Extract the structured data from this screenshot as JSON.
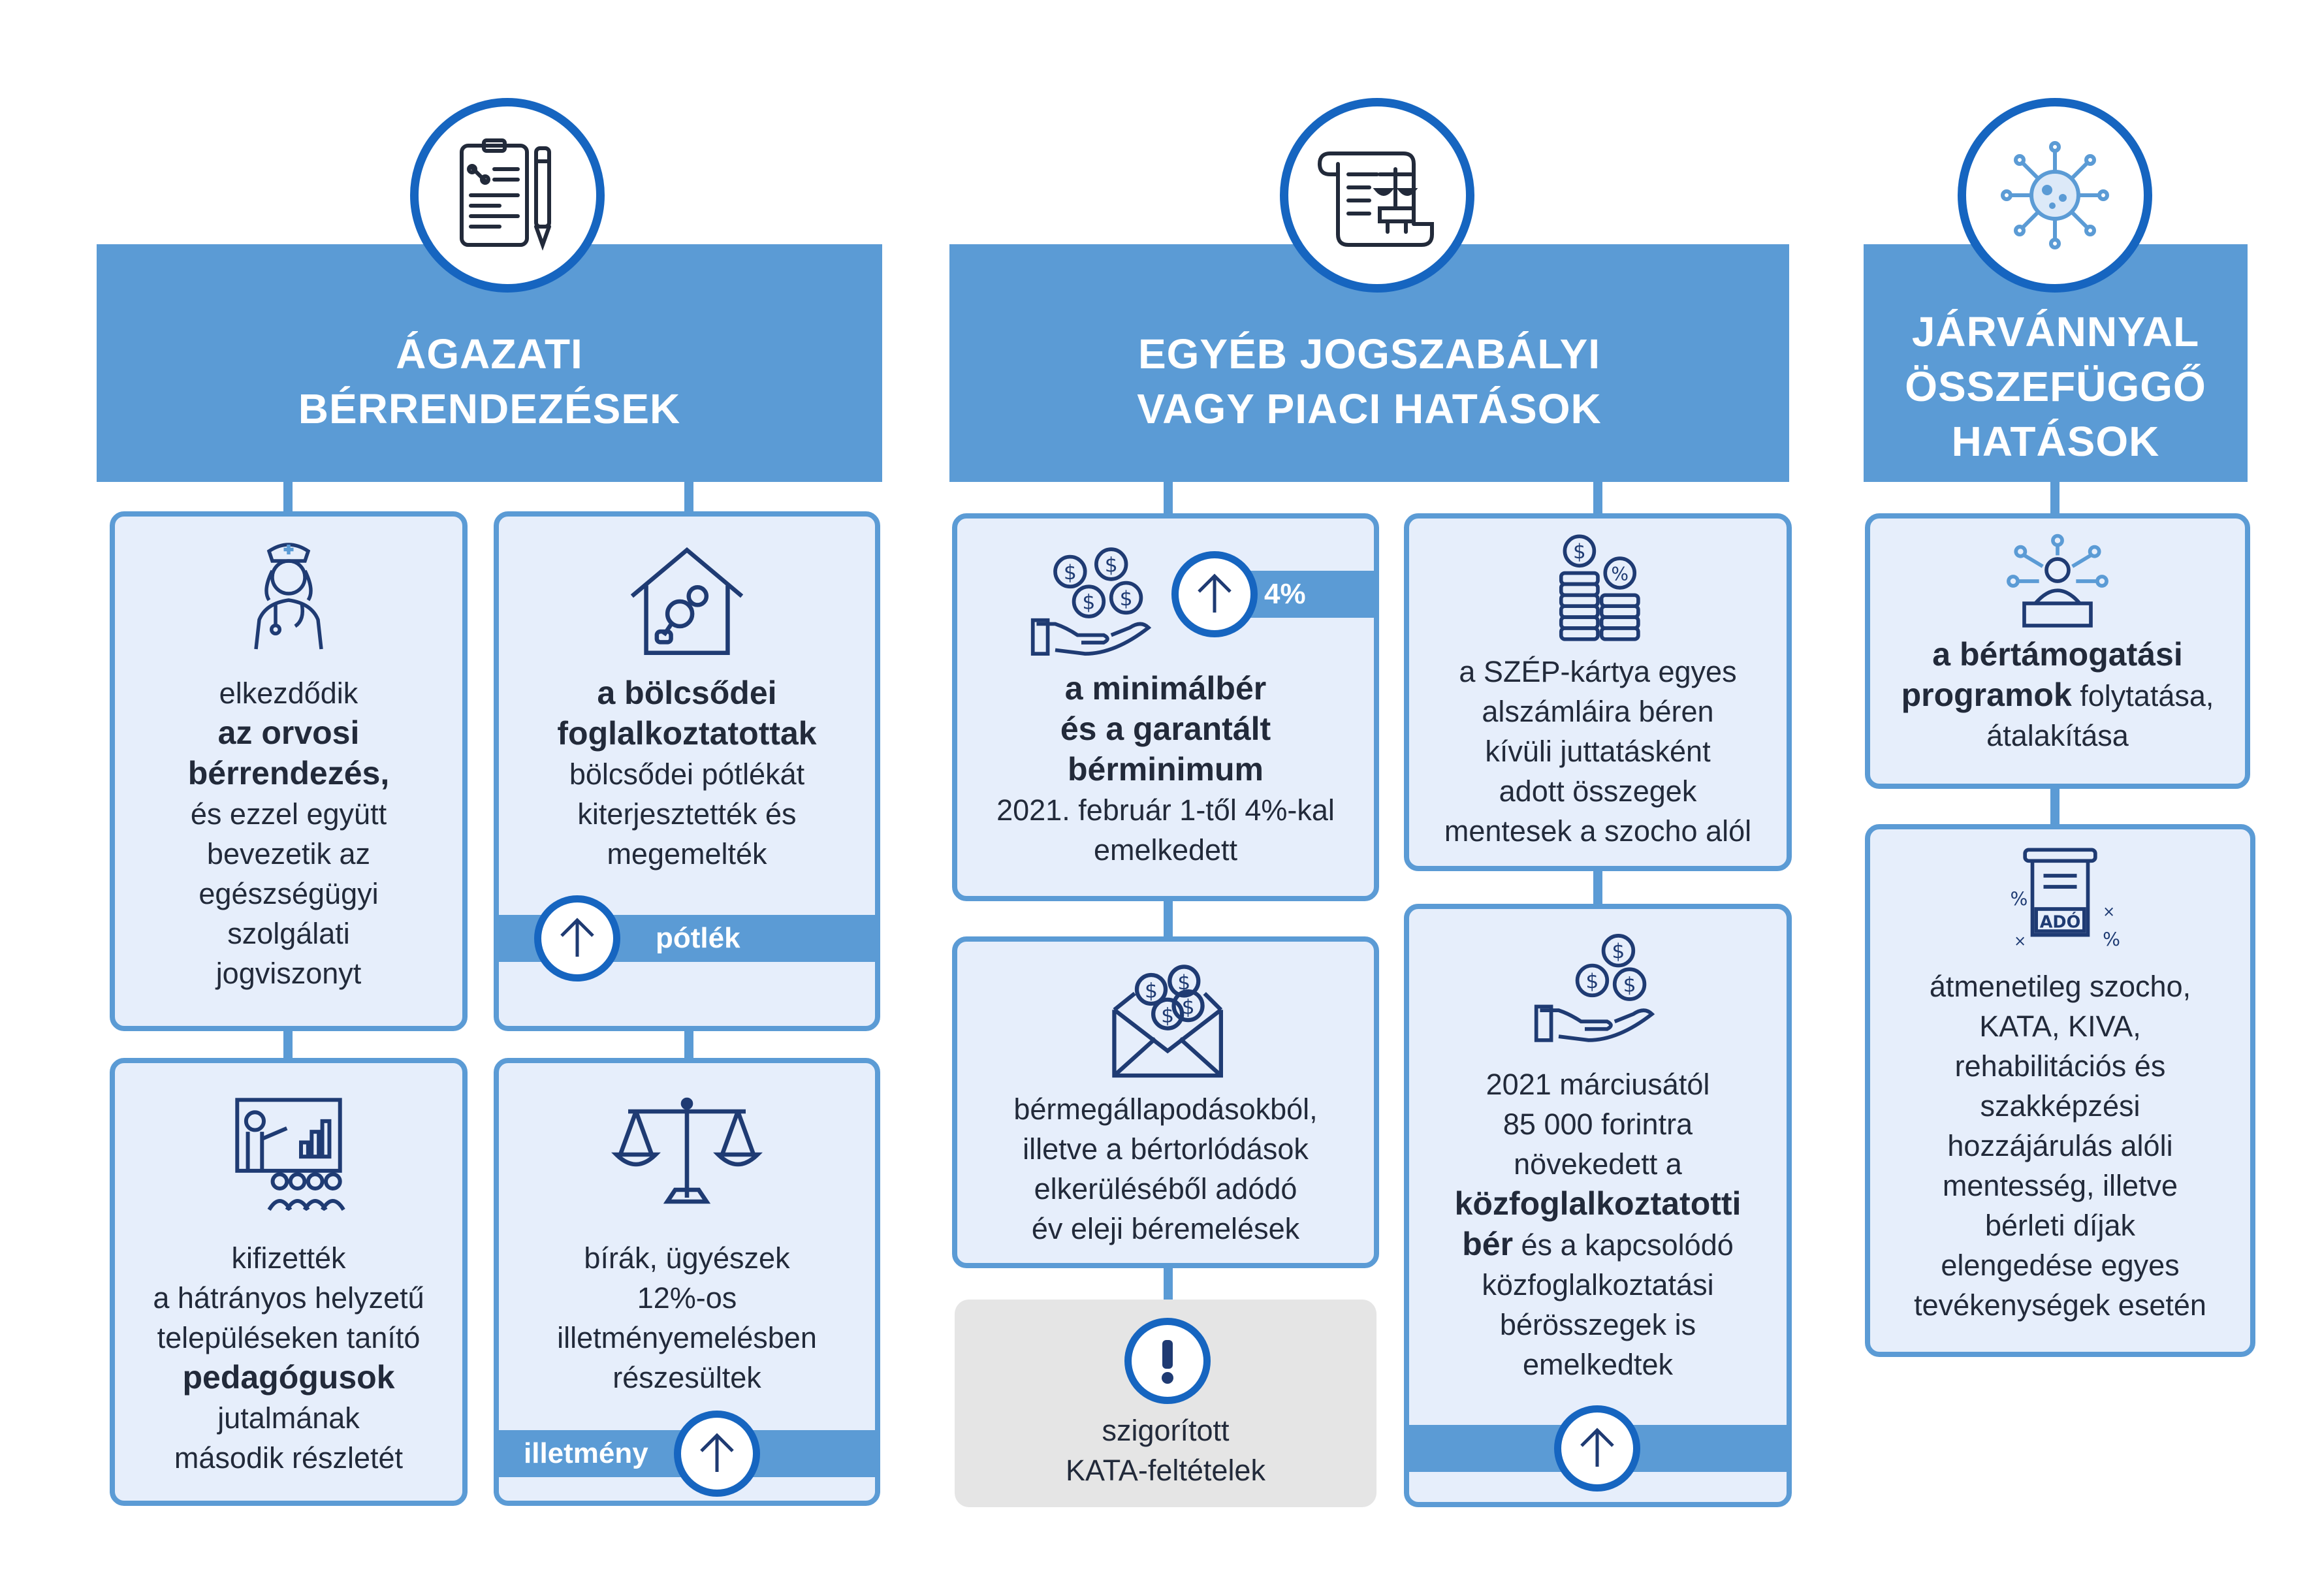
{
  "columns": {
    "col1": {
      "title_line1": "ÁGAZATI",
      "title_line2": "BÉRRENDEZÉSEK"
    },
    "col2": {
      "title_line1": "EGYÉB  JOGSZABÁLYI",
      "title_line2": "VAGY PIACI HATÁSOK"
    },
    "col3": {
      "title_line1": "JÁRVÁNNYAL",
      "title_line2": "ÖSSZEFÜGGŐ",
      "title_line3": "HATÁSOK"
    }
  },
  "cards": {
    "orvos": {
      "l1": "elkezdődik",
      "l2": "az orvosi",
      "l3": "bérrendezés,",
      "l4": "és ezzel együtt",
      "l5": "bevezetik az",
      "l6": "egészségügyi",
      "l7": "szolgálati",
      "l8": "jogviszonyt"
    },
    "bolcsode": {
      "l1": "a bölcsődei",
      "l2": "foglalkoztatottak",
      "l3": "bölcsődei pótlékát",
      "l4": "kiterjesztették és",
      "l5": "megemelték",
      "band": "pótlék"
    },
    "pedagogus": {
      "l1": "kifizették",
      "l2": "a hátrányos helyzetű",
      "l3": "településeken tanító",
      "l4": "pedagógusok",
      "l5": "jutalmának",
      "l6": "második részletét"
    },
    "birak": {
      "l1": "bírák, ügyészek",
      "l2": "12%-os",
      "l3": "illetményemelésben",
      "l4": "részesültek",
      "band": "illetmény"
    },
    "minimalber": {
      "band": "4%",
      "l1": "a minimálbér",
      "l2": "és a garantált",
      "l3": "bérminimum",
      "l4": "2021. február 1-től 4%-kal",
      "l5": "emelkedett"
    },
    "szep": {
      "l1": "a SZÉP-kártya egyes",
      "l2": "alszámláira béren",
      "l3": "kívüli juttatásként",
      "l4": "adott összegek",
      "l5": "mentesek a szocho alól"
    },
    "bermegallapodas": {
      "l1": "bérmegállapodásokból,",
      "l2": "illetve a bértorlódások",
      "l3": "elkerüléséből adódó",
      "l4": "év eleji béremelések"
    },
    "kozfog": {
      "l1": "2021 márciusától",
      "l2": "85 000 forintra",
      "l3": "növekedett a",
      "l4": "közfoglalkoztatotti",
      "l5b": "bér",
      "l5": " és a kapcsolódó",
      "l6": "közfoglalkoztatási",
      "l7": "bérösszegek is",
      "l8": "emelkedtek"
    },
    "kata": {
      "l1": "szigorított",
      "l2": "KATA-feltételek"
    },
    "bertamogatas": {
      "l1": "a bértámogatási",
      "l2b": "programok",
      "l2": " folytatása,",
      "l3": "átalakítása"
    },
    "szocho": {
      "icon_text": "ADÓ",
      "l1": "átmenetileg szocho,",
      "l2": "KATA, KIVA,",
      "l3": "rehabilitációs és",
      "l4": "szakképzési",
      "l5": "hozzájárulás alóli",
      "l6": "mentesség, illetve",
      "l7": "bérleti díjak",
      "l8": "elengedése egyes",
      "l9": "tevékenységek esetén"
    }
  },
  "colors": {
    "header_blue": "#5b9bd5",
    "dark_blue": "#1665c0",
    "card_bg": "#e6eefb",
    "gray_card": "#e5e5e5",
    "text": "#222a3a"
  }
}
